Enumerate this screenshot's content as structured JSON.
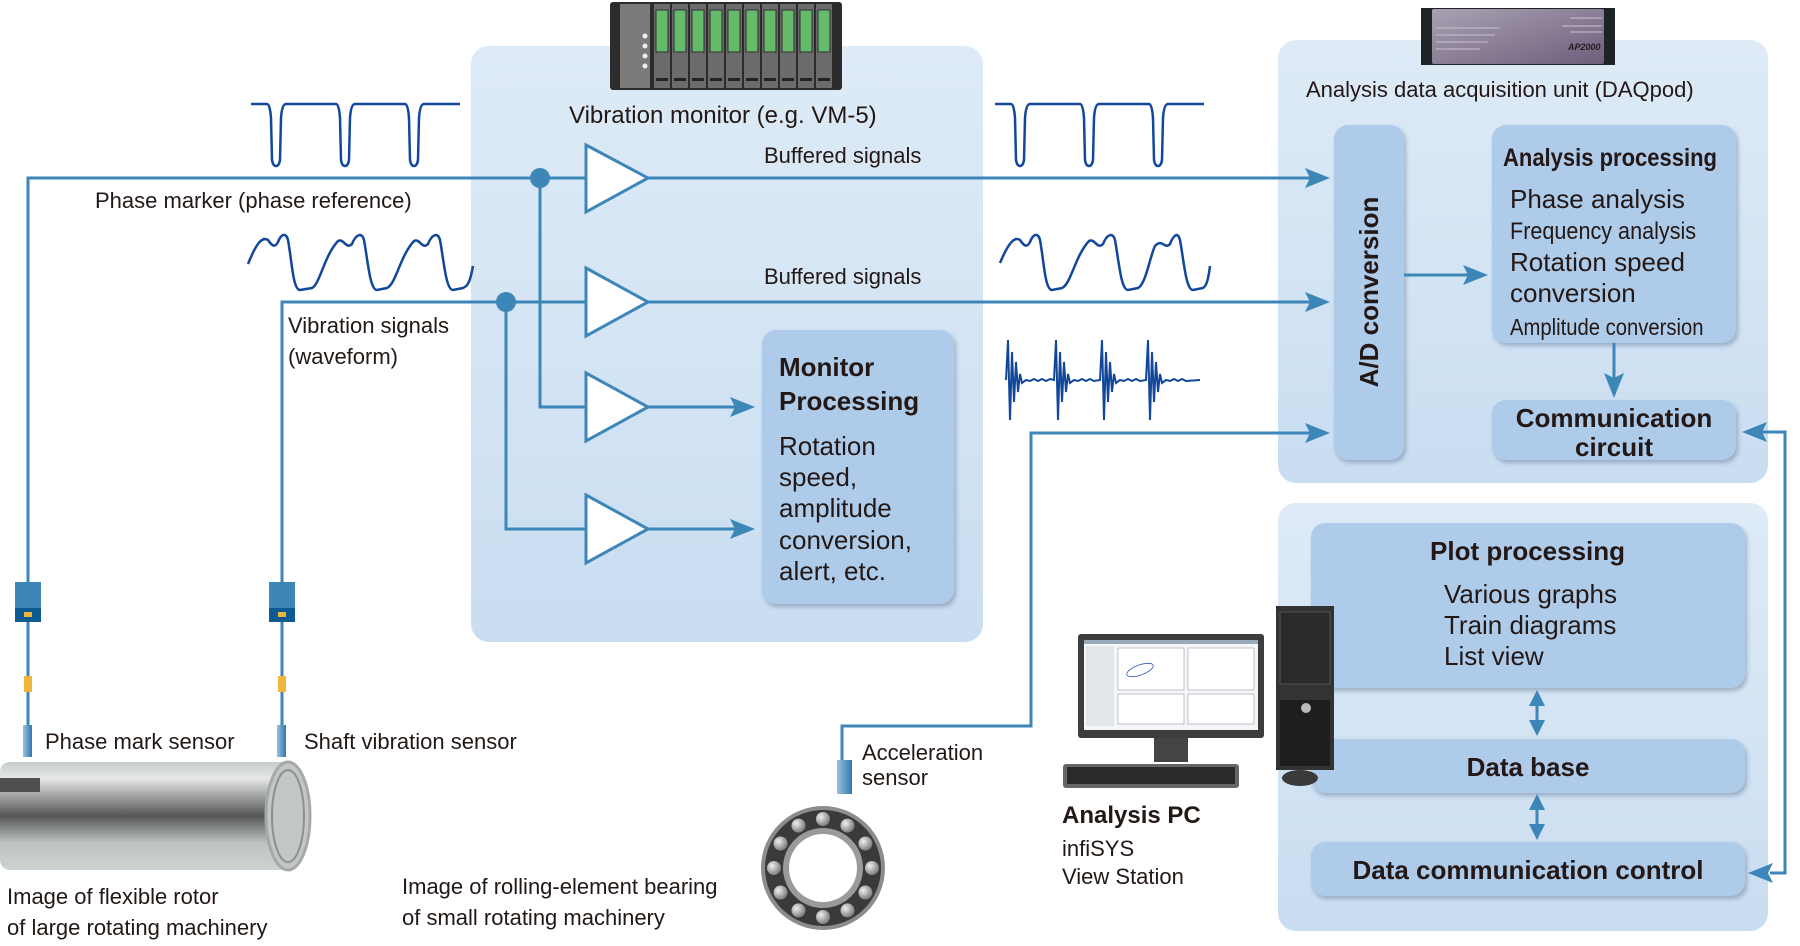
{
  "colors": {
    "line": "#3d86b8",
    "wave": "#12479a",
    "panel": "#d3e4f5",
    "box": "#aecbea",
    "text": "#231815"
  },
  "vibration_monitor": {
    "title": "Vibration monitor (e.g. VM-5)",
    "device_icon": "rack-monitor-icon",
    "monitor_processing": {
      "title_line1": "Monitor",
      "title_line2": "Processing",
      "lines": [
        "Rotation",
        "speed,",
        "amplitude",
        "conversion,",
        "alert, etc."
      ]
    }
  },
  "signals": {
    "buffered_top": "Buffered signals",
    "buffered_mid": "Buffered signals",
    "phase_marker": "Phase marker (phase reference)",
    "vibration_line1": "Vibration signals",
    "vibration_line2": "(waveform)"
  },
  "daq": {
    "title": "Analysis data acquisition unit (DAQpod)",
    "device_icon": "daq-unit-icon",
    "device_label": "AP2000",
    "ad_conversion": "A/D conversion",
    "analysis_processing": {
      "title": "Analysis processing",
      "items": [
        "Phase analysis",
        "Frequency analysis",
        "Rotation speed",
        "conversion",
        "Amplitude conversion"
      ]
    },
    "communication_circuit": {
      "line1": "Communication",
      "line2": "circuit"
    }
  },
  "pc_panel": {
    "plot_processing": {
      "title": "Plot processing",
      "items": [
        "Various graphs",
        "Train diagrams",
        "List view"
      ]
    },
    "data_base": "Data base",
    "data_comm_control": "Data communication control"
  },
  "analysis_pc": {
    "title": "Analysis PC",
    "line1": "infiSYS",
    "line2": "View Station"
  },
  "sensors": {
    "phase_mark": "Phase mark sensor",
    "shaft_vibration": "Shaft vibration sensor",
    "acceleration_line1": "Acceleration",
    "acceleration_line2": "sensor"
  },
  "captions": {
    "rotor_line1": "Image of flexible rotor",
    "rotor_line2": "of large rotating machinery",
    "bearing_line1": "Image of rolling-element bearing",
    "bearing_line2": "of small rotating machinery"
  }
}
